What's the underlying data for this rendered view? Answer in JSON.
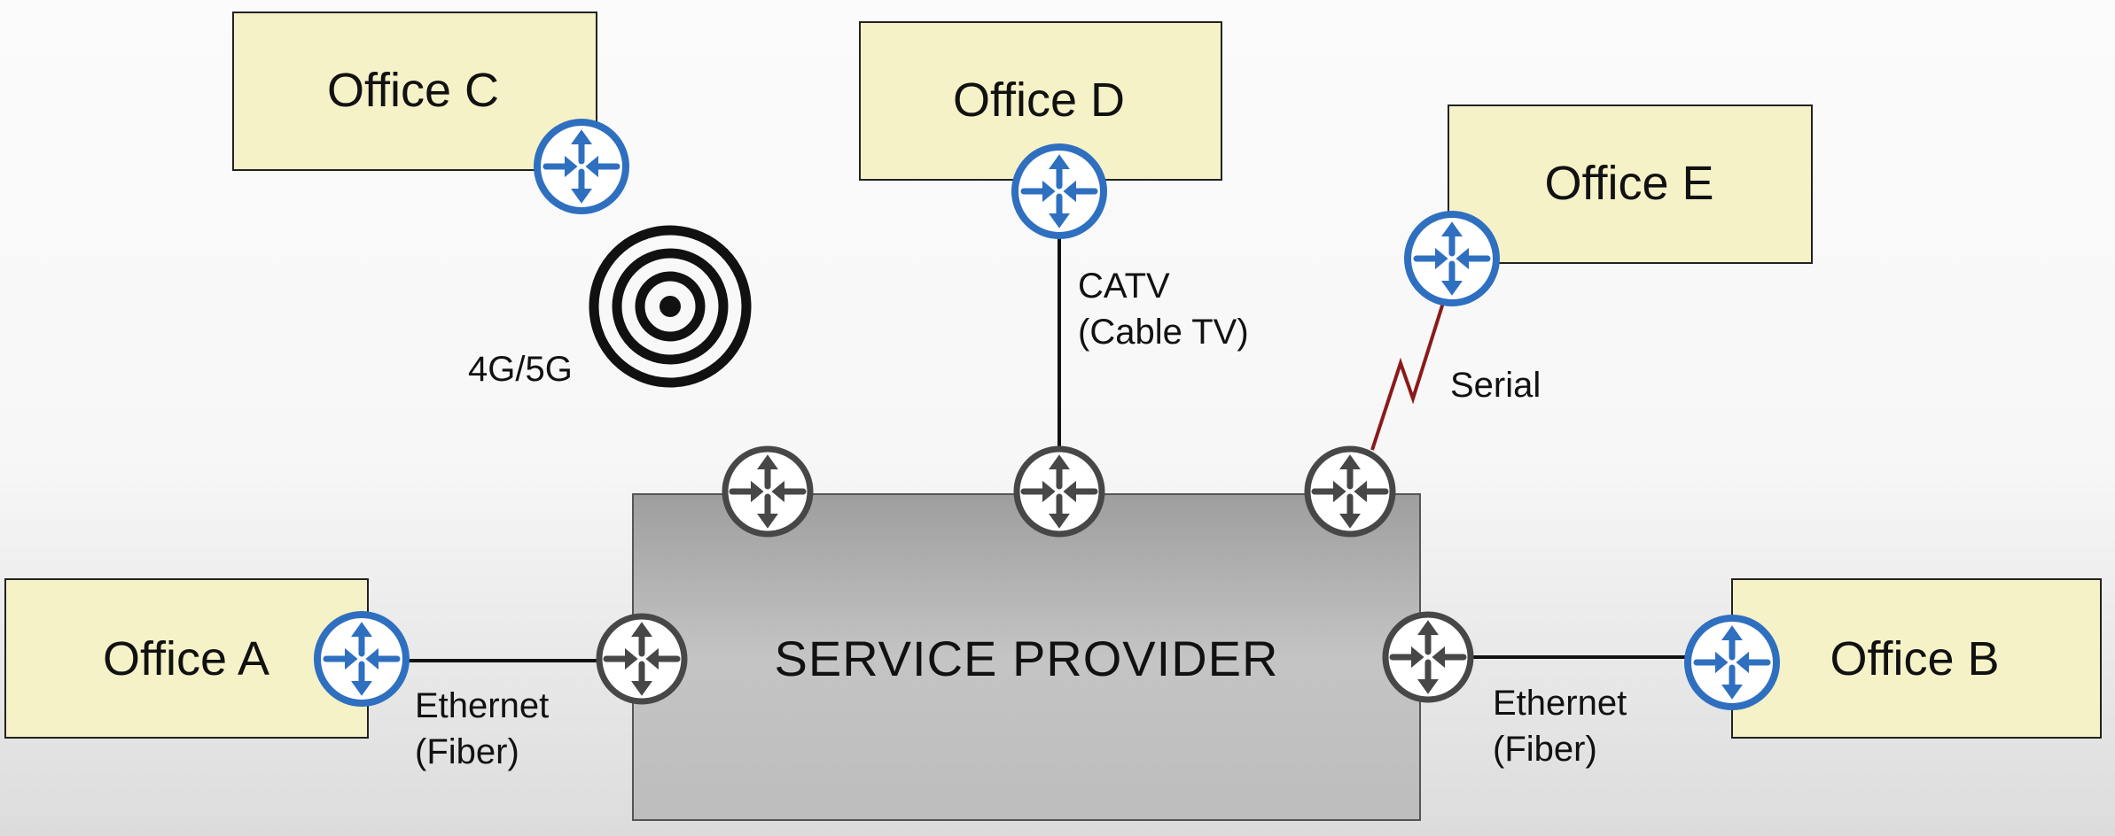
{
  "service_provider": {
    "label": "SERVICE PROVIDER"
  },
  "offices": {
    "a": {
      "label": "Office A"
    },
    "b": {
      "label": "Office B"
    },
    "c": {
      "label": "Office C"
    },
    "d": {
      "label": "Office D"
    },
    "e": {
      "label": "Office E"
    }
  },
  "links": {
    "a": {
      "line1": "Ethernet",
      "line2": "(Fiber)"
    },
    "b": {
      "line1": "Ethernet",
      "line2": "(Fiber)"
    },
    "c": {
      "line1": "4G/5G"
    },
    "d": {
      "line1": "CATV",
      "line2": "(Cable TV)"
    },
    "e": {
      "line1": "Serial"
    }
  },
  "colors": {
    "office_fill": "#f6f2c8",
    "provider_fill": "#b3b3b3",
    "customer_router": "#2f6fc0",
    "provider_router": "#474747",
    "serial_line": "#8b1a1a",
    "line": "#111111"
  },
  "icons": {
    "customer_router": "router-icon",
    "provider_router": "router-icon",
    "wireless": "wireless-signal-icon"
  }
}
